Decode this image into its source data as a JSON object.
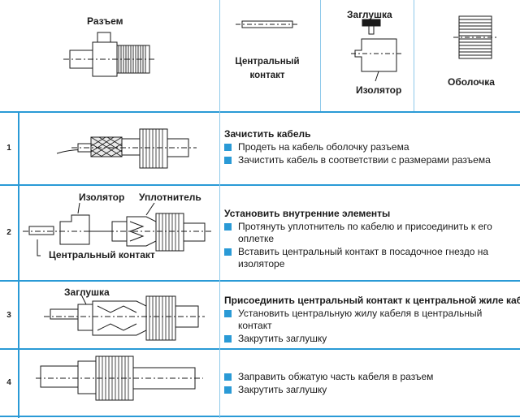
{
  "colors": {
    "accent": "#2a9ad6",
    "grid_light": "#8ec9ea",
    "line": "#1a1a1a"
  },
  "header": {
    "connector_label": "Разъем",
    "center_contact_label": "Центральный контакт",
    "plug_label": "Заглушка",
    "insulator_label": "Изолятор",
    "shell_label": "Оболочка"
  },
  "steps": [
    {
      "number": "1",
      "title": "Зачистить кабель",
      "bullets": [
        "Продеть на кабель оболочку разъема",
        "Зачистить кабель в соответствии с размерами разъема"
      ],
      "callouts": []
    },
    {
      "number": "2",
      "title": "Установить внутренние элементы",
      "bullets": [
        "Протянуть уплотнитель по кабелю и присоединить к его оплетке",
        "Вставить центральный контакт в посадочное гнездо на изоляторе"
      ],
      "callouts": [
        "Изолятор",
        "Уплотнитель",
        "Центральный контакт"
      ]
    },
    {
      "number": "3",
      "title": "Присоединить центральный контакт к центральной  жиле кабеля",
      "bullets": [
        "Установить центральную жилу кабеля в центральный контакт",
        "Закрутить заглушку"
      ],
      "callouts": [
        "Заглушка"
      ]
    },
    {
      "number": "4",
      "title": "",
      "bullets": [
        "Заправить обжатую часть кабеля в разъем",
        "Закрутить заглушку"
      ],
      "callouts": []
    }
  ]
}
